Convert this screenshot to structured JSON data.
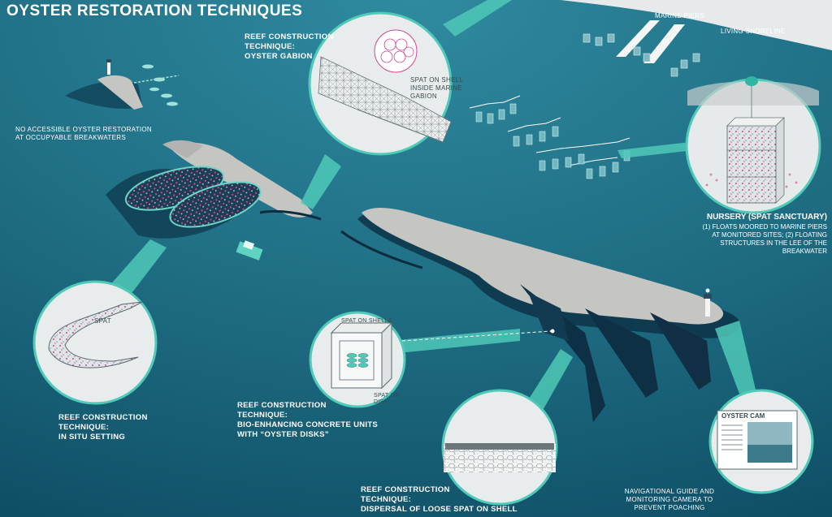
{
  "title": "OYSTER RESTORATION TECHNIQUES",
  "labels": {
    "marine_piers": "MARINE PIERS",
    "living_shoreline": "LIVING SHORELINE",
    "no_access_1": "NO ACCESSIBLE OYSTER RESTORATION",
    "no_access_2": "AT OCCUPYABLE BREAKWATERS",
    "gabion_1": "REEF CONSTRUCTION",
    "gabion_2": "TECHNIQUE:",
    "gabion_3": "OYSTER GABION",
    "spat_gabion_1": "SPAT ON SHELL",
    "spat_gabion_2": "INSIDE MARINE",
    "spat_gabion_3": "GABION",
    "nursery_title": "NURSERY (SPAT SANCTUARY)",
    "nursery_1": "(1) FLOATS MOORED TO MARINE PIERS",
    "nursery_2": "AT MONITORED SITES; (2) FLOATING",
    "nursery_3": "STRUCTURES IN THE LEE OF THE",
    "nursery_4": "BREAKWATER",
    "spat": "SPAT",
    "insitu_1": "REEF CONSTRUCTION",
    "insitu_2": "TECHNIQUE:",
    "insitu_3": "IN SITU SETTING",
    "spat_on_shells": "SPAT ON SHELLS",
    "spat_on": "SPAT ON",
    "disk": "DISK",
    "bio_1": "REEF CONSTRUCTION",
    "bio_2": "TECHNIQUE:",
    "bio_3": "BIO-ENHANCING CONCRETE UNITS",
    "bio_4": "WITH “OYSTER DISKS”",
    "dispersal_1": "REEF CONSTRUCTION",
    "dispersal_2": "TECHNIQUE:",
    "dispersal_3": "DISPERSAL OF LOOSE SPAT ON SHELL",
    "oyster_cam": "OYSTER CAM",
    "nav_1": "NAVIGATIONAL GUIDE AND",
    "nav_2": "MONITORING CAMERA TO",
    "nav_3": "PREVENT POACHING"
  },
  "colors": {
    "water": "#1f6a80",
    "breakwater": "#c5c5c2",
    "accent_teal": "#4fc9b8",
    "spat_pink": "#d0458f",
    "circle_fill": "#e9ecec"
  }
}
